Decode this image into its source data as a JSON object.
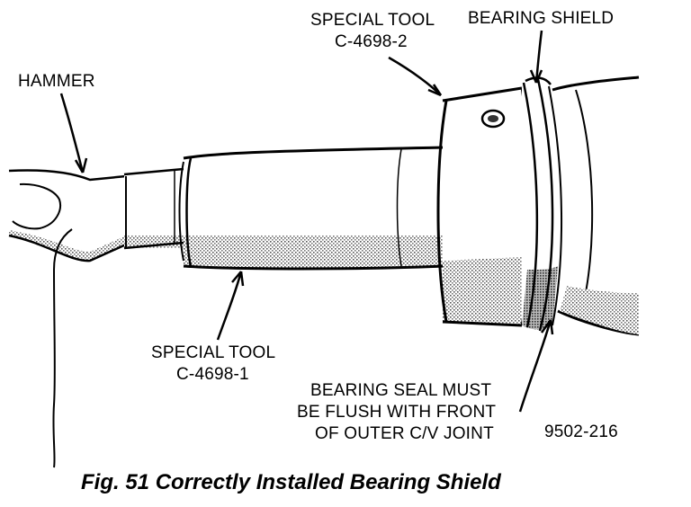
{
  "labels": {
    "hammer": "HAMMER",
    "tool2_line1": "SPECIAL TOOL",
    "tool2_line2": "C-4698-2",
    "bearing_shield": "BEARING SHIELD",
    "tool1_line1": "SPECIAL TOOL",
    "tool1_line2": "C-4698-1",
    "note_line1": "BEARING SEAL MUST",
    "note_line2": "BE FLUSH WITH FRONT",
    "note_line3": "OF OUTER C/V JOINT",
    "figure_code": "9502-216"
  },
  "caption": "Fig. 51 Correctly Installed Bearing Shield"
}
